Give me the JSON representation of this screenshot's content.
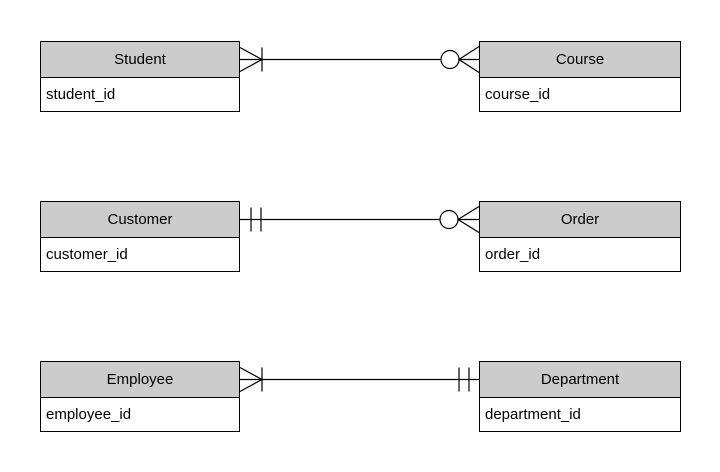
{
  "colors": {
    "header_fill": "#cccccc",
    "border": "#000000",
    "background": "#ffffff"
  },
  "entities": {
    "student": {
      "name": "Student",
      "attribute": "student_id"
    },
    "course": {
      "name": "Course",
      "attribute": "course_id"
    },
    "customer": {
      "name": "Customer",
      "attribute": "customer_id"
    },
    "order": {
      "name": "Order",
      "attribute": "order_id"
    },
    "employee": {
      "name": "Employee",
      "attribute": "employee_id"
    },
    "department": {
      "name": "Department",
      "attribute": "department_id"
    }
  },
  "relationships": [
    {
      "from": "Student",
      "to": "Course",
      "from_cardinality": "one-or-many",
      "to_cardinality": "zero-or-many",
      "notation": "crows-foot"
    },
    {
      "from": "Customer",
      "to": "Order",
      "from_cardinality": "exactly-one",
      "to_cardinality": "zero-or-many",
      "notation": "crows-foot"
    },
    {
      "from": "Employee",
      "to": "Department",
      "from_cardinality": "one-or-many",
      "to_cardinality": "exactly-one",
      "notation": "crows-foot"
    }
  ]
}
